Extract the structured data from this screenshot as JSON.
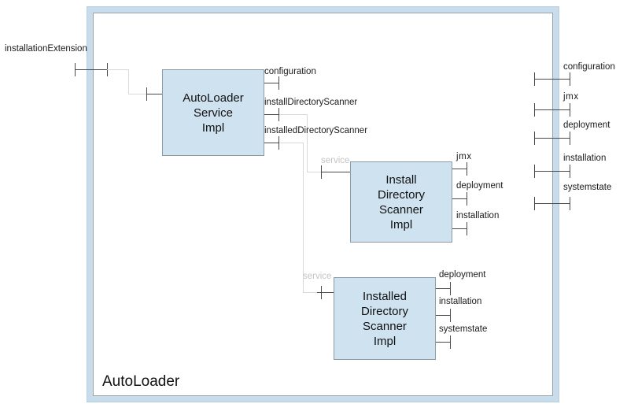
{
  "diagram": {
    "title": "AutoLoader",
    "type": "uml-component-diagram",
    "colors": {
      "frame_band": "#c8dceb",
      "frame_inner_border": "#9aa4ab",
      "component_fill": "#cfe2f0",
      "component_border": "#8c9aa3",
      "wire": "#d9d9d9",
      "port": "#4a4a4a",
      "muted_label": "#c4c4c4",
      "background": "#ffffff"
    }
  },
  "external": {
    "left_port_label": "installationExtension"
  },
  "components": [
    {
      "id": "autoloader-service-impl",
      "name": "AutoLoader\nService\nImpl",
      "provided_ports": [],
      "required_ports": [
        "configuration",
        "installDirectoryScanner",
        "installedDirectoryScanner"
      ]
    },
    {
      "id": "install-directory-scanner-impl",
      "name": "Install\nDirectory\nScanner\nImpl",
      "provided_ports": [
        "service"
      ],
      "required_ports": [
        "jmx",
        "deployment",
        "installation"
      ]
    },
    {
      "id": "installed-directory-scanner-impl",
      "name": "Installed\nDirectory\nScanner\nImpl",
      "provided_ports": [
        "service"
      ],
      "required_ports": [
        "deployment",
        "installation",
        "systemstate"
      ]
    }
  ],
  "ports": {
    "autoloader_service": {
      "configuration": "configuration",
      "install_directory_scanner": "installDirectoryScanner",
      "installed_directory_scanner": "installedDirectoryScanner"
    },
    "install_scanner": {
      "service": "service",
      "jmx": "jmx",
      "deployment": "deployment",
      "installation": "installation"
    },
    "installed_scanner": {
      "service": "service",
      "deployment": "deployment",
      "installation": "installation",
      "systemstate": "systemstate"
    },
    "frame_right": [
      "configuration",
      "jmx",
      "deployment",
      "installation",
      "systemstate"
    ]
  }
}
